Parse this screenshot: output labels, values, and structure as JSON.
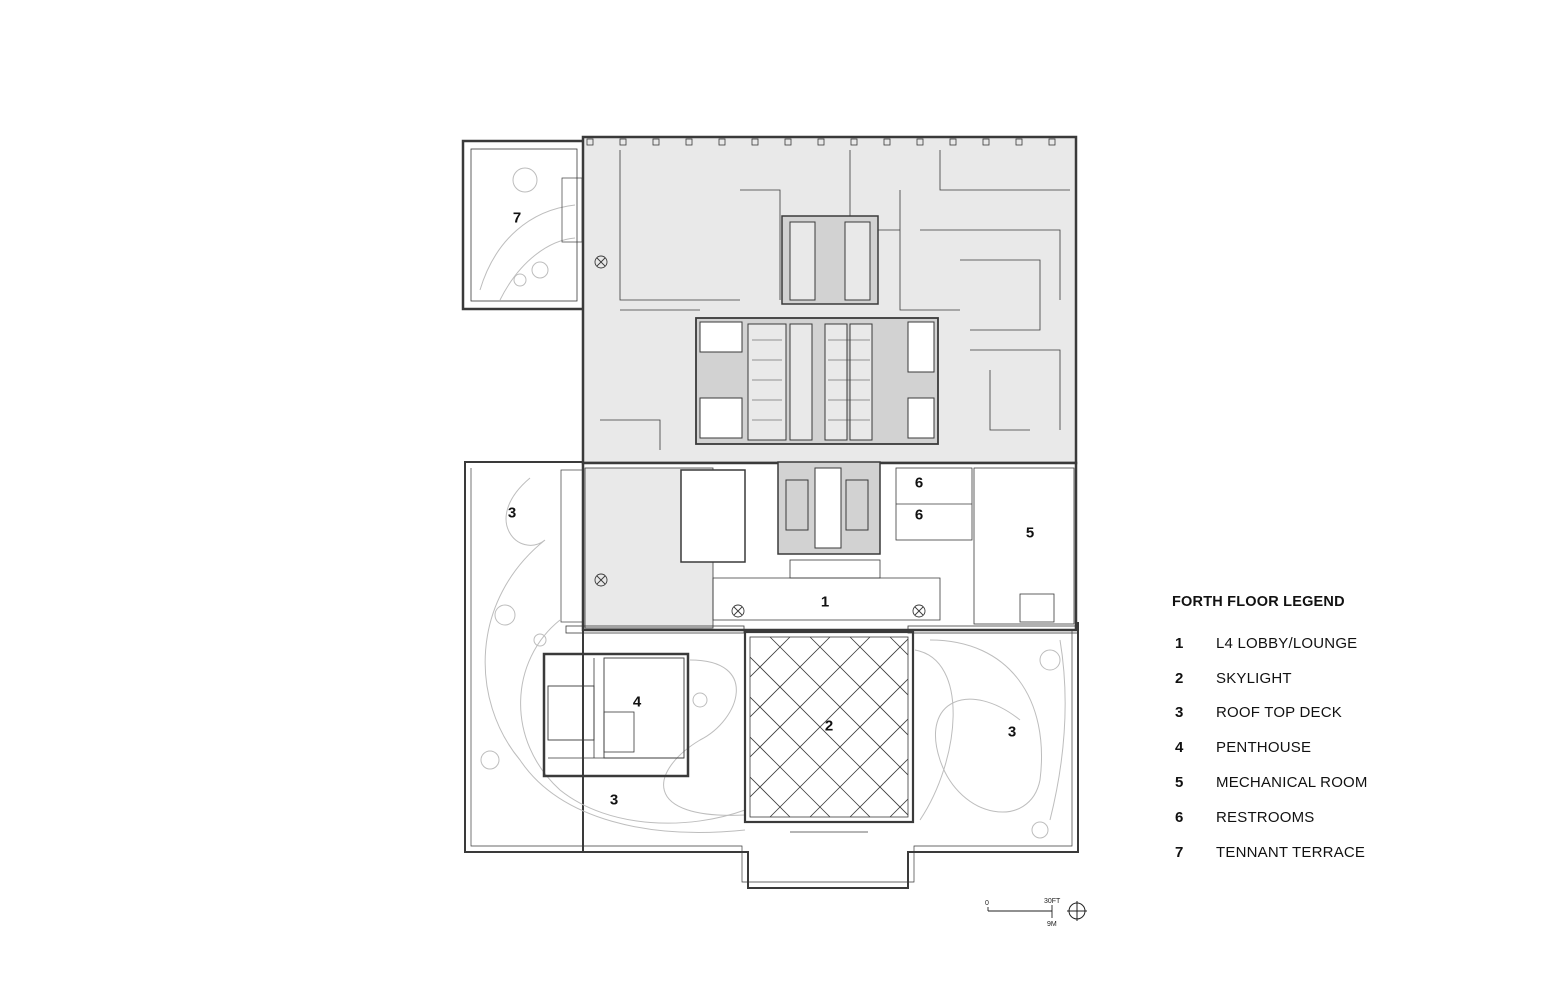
{
  "legend": {
    "title": "FORTH FLOOR LEGEND",
    "items": [
      {
        "number": "1",
        "label": "L4 LOBBY/LOUNGE"
      },
      {
        "number": "2",
        "label": "SKYLIGHT"
      },
      {
        "number": "3",
        "label": "ROOF TOP DECK"
      },
      {
        "number": "4",
        "label": "PENTHOUSE"
      },
      {
        "number": "5",
        "label": "MECHANICAL ROOM"
      },
      {
        "number": "6",
        "label": "RESTROOMS"
      },
      {
        "number": "7",
        "label": "TENNANT TERRACE"
      }
    ]
  },
  "plan_labels": {
    "lobby": "1",
    "skylight": "2",
    "deck_west": "3",
    "deck_south": "3",
    "deck_east": "3",
    "penthouse": "4",
    "mechanical": "5",
    "restroom_upper": "6",
    "restroom_lower": "6",
    "terrace": "7"
  },
  "scale_bar": {
    "zero": "0",
    "feet": "30FT",
    "meters": "9M"
  },
  "colors": {
    "office_fill": "#e9e9e9",
    "core_fill": "#d2d2d2",
    "line": "#3a3a3a",
    "landscape_line": "#bdbdbd"
  }
}
